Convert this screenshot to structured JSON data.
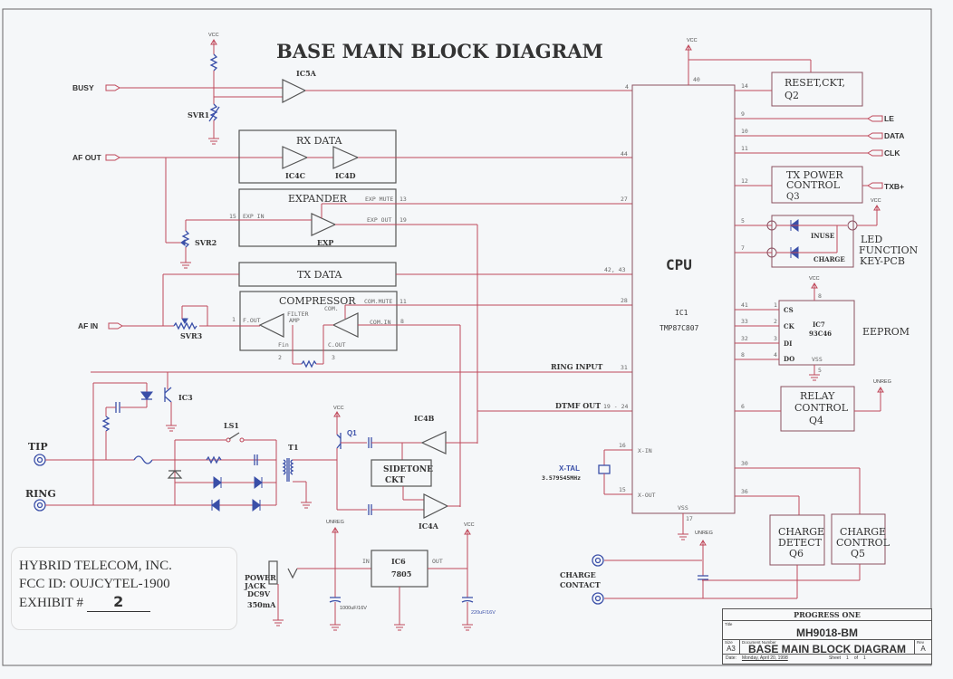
{
  "title": "BASE MAIN BLOCK DIAGRAM",
  "signals_left": {
    "busy": "BUSY",
    "af_out": "AF OUT",
    "af_in": "AF IN",
    "tip": "TIP",
    "ring": "RING"
  },
  "signals_right": {
    "le": "LE",
    "data": "DATA",
    "clk": "CLK",
    "txb": "TXB+"
  },
  "power_labels": {
    "vcc": "VCC",
    "unreg": "UNREG"
  },
  "components": {
    "ic5a": "IC5A",
    "svr1": "SVR1",
    "svr2": "SVR2",
    "svr3": "SVR3",
    "ic4c": "IC4C",
    "ic4d": "IC4D",
    "exp": "EXP",
    "ic3": "IC3",
    "ls1": "LS1",
    "t1": "T1",
    "q1": "Q1",
    "ic4b": "IC4B",
    "ic4a": "IC4A",
    "sidetone": [
      "SIDETONE",
      "CKT"
    ],
    "xtal": "X-TAL",
    "xtal_freq": "3.579545MHz",
    "ic6": "IC6",
    "ic6_part": "7805",
    "ic6_in": "IN",
    "ic6_out": "OUT",
    "power_jack": [
      "POWER",
      "JACK",
      "DC9V",
      "350mA"
    ],
    "cap1": "1000uF/16V",
    "cap2": "220uF/16V",
    "charge_contact": [
      "CHARGE",
      "CONTACT"
    ]
  },
  "blocks": {
    "rx_data": "RX DATA",
    "expander": "EXPANDER",
    "exp_mute": "EXP MUTE",
    "exp_in": "EXP IN",
    "exp_out": "EXP OUT",
    "tx_data": "TX DATA",
    "compressor": "COMPRESSOR",
    "com_mute": "COM.MUTE",
    "com": "COM.",
    "com_in": "COM.IN",
    "f_out": "F.OUT",
    "filter": "FILTER",
    "amp": "AMP",
    "fin": "Fin",
    "c_out": "C.OUT",
    "reset": [
      "RESET,CKT,",
      "Q2"
    ],
    "tx_power": [
      "TX POWER",
      "CONTROL",
      "Q3"
    ],
    "led_func": [
      "LED",
      "FUNCTION",
      "KEY-PCB"
    ],
    "inuse": "INUSE",
    "charge": "CHARGE",
    "eeprom": "EEPROM",
    "ic7": "IC7",
    "ic7_part": "93C46",
    "eeprom_pins": [
      "CS",
      "CK",
      "DI",
      "DO"
    ],
    "vss": "VSS",
    "relay": [
      "RELAY",
      "CONTROL",
      "Q4"
    ],
    "charge_detect": [
      "CHARGE",
      "DETECT",
      "Q6"
    ],
    "charge_control": [
      "CHARGE",
      "CONTROL",
      "Q5"
    ]
  },
  "cpu": {
    "label": "CPU",
    "ic": "IC1",
    "part": "TMP87C807",
    "x_in": "X-IN",
    "x_out": "X-OUT",
    "vss": "VSS"
  },
  "net_labels": {
    "ring_input": "RING INPUT",
    "dtmf_out": "DTMF OUT"
  },
  "pins": {
    "busy": "4",
    "vcc": "40",
    "rx": "44",
    "exp_mute": "27",
    "tx": "42, 43",
    "com_mute": "28",
    "ring": "31",
    "dtmf": "19 - 24",
    "xin": "16",
    "xout": "15",
    "vss": "17",
    "reset": "14",
    "le": "9",
    "data": "10",
    "clk": "11",
    "txp": "12",
    "inuse": "5",
    "charge": "7",
    "cs": "41",
    "ck": "33",
    "di": "32",
    "do": "8",
    "relay": "6",
    "cctl": "30",
    "cdet": "36",
    "exp13": "13",
    "exp15": "15",
    "exp19": "19",
    "com11": "11",
    "com8": "8",
    "com1": "1",
    "com2": "2",
    "com3": "3",
    "ee1": "1",
    "ee2": "2",
    "ee3": "3",
    "ee4": "4",
    "ee8": "8",
    "ee5": "5"
  },
  "stamp": {
    "line1": "HYBRID TELECOM, INC.",
    "line2": "FCC ID: OUJCYTEL-1900",
    "line3": "EXHIBIT #",
    "exhibit": "2"
  },
  "title_block": {
    "company": "PROGRESS ONE",
    "title_label": "Title",
    "title": "MH9018-BM",
    "size_label": "Size",
    "size": "A3",
    "doc_label": "Document Number",
    "doc": "BASE MAIN BLOCK DIAGRAM",
    "rev_label": "Rev",
    "rev": "A",
    "date_label": "Date:",
    "date": "Monday, April 20, 1998",
    "sheet_label": "Sheet",
    "sheet": "1",
    "of_label": "of",
    "sheets": "1"
  }
}
